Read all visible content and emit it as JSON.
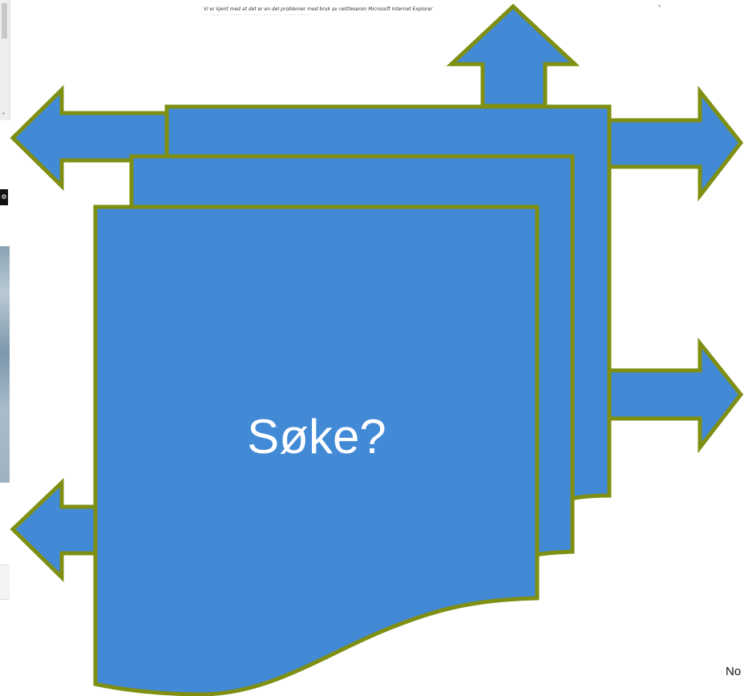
{
  "background": {
    "notice_line1": "Vi er kjent med at det er en del problemer med bruk av nettleseren Microsoft Internet Explorer",
    "notice_line2": "·· ····· ··· ······ ··· ········ ······ ······ ······",
    "chevron": "˅",
    "settings_glyph": "⚙",
    "corner_text": "No"
  },
  "diagram": {
    "label": "Søke?",
    "colors": {
      "fill": "#4289d6",
      "stroke": "#7f8f12"
    },
    "arrow_directions": [
      "up",
      "left",
      "right",
      "right",
      "left"
    ]
  }
}
